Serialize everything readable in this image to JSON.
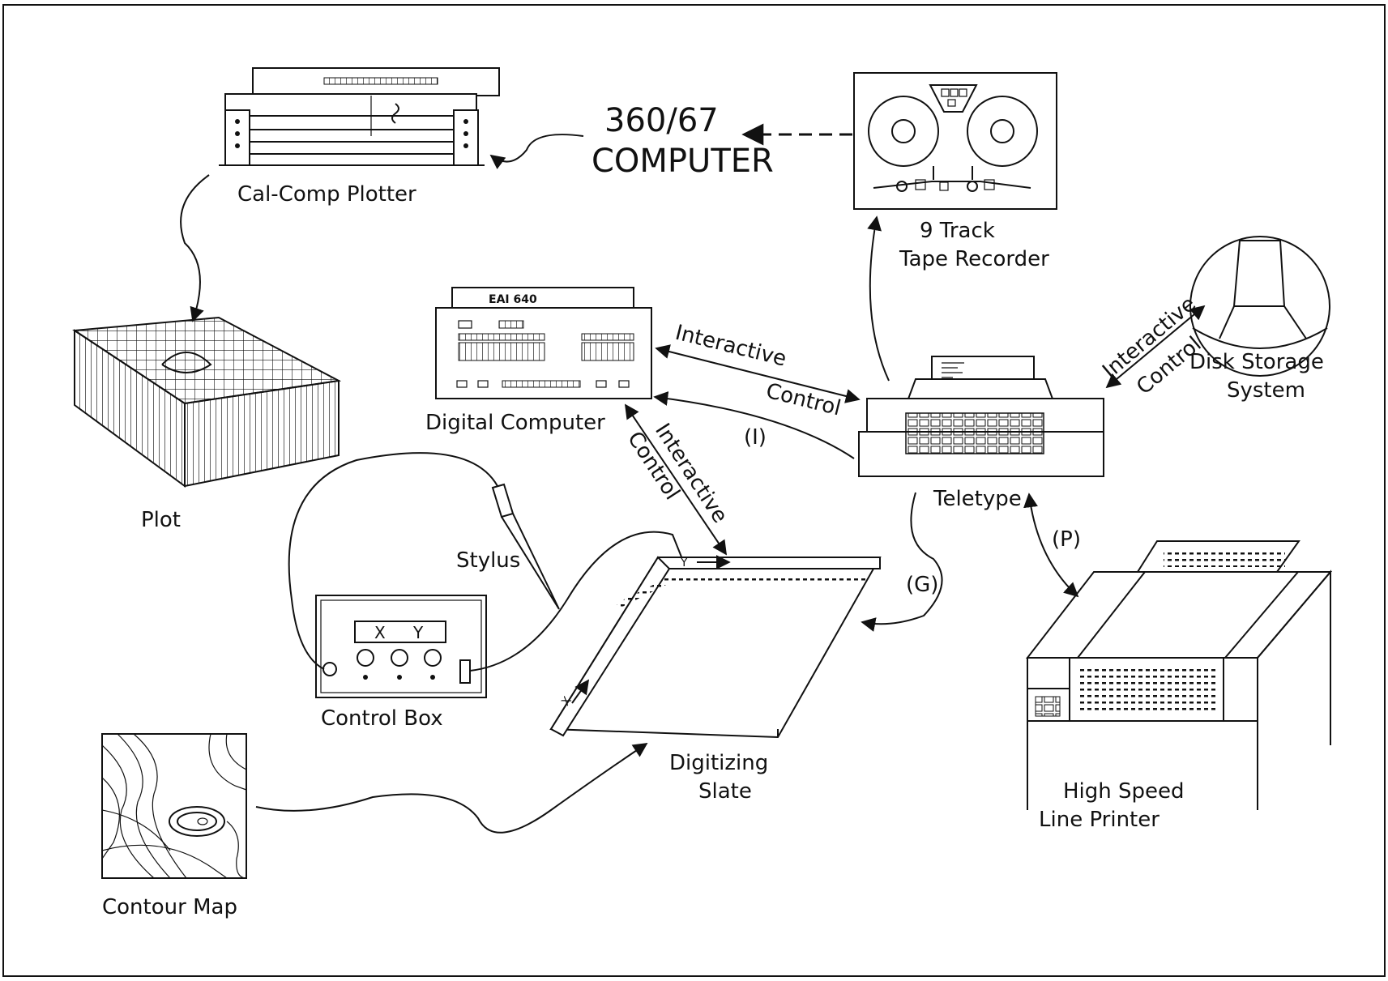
{
  "labels": {
    "computer_line1": "360/67",
    "computer_line2": "COMPUTER",
    "plotter": "Cal-Comp  Plotter",
    "tape_line1": "9 Track",
    "tape_line2": "Tape Recorder",
    "eai_plate": "EAI 640",
    "digital_computer": "Digital  Computer",
    "plot": "Plot",
    "disk_line1": "Disk  Storage",
    "disk_line2": "System",
    "teletype": "Teletype",
    "stylus": "Stylus",
    "control_box": "Control    Box",
    "control_box_x": "X",
    "control_box_y": "Y",
    "slate_line1": "Digitizing",
    "slate_line2": "Slate",
    "slate_axis_x": "X",
    "slate_axis_y": "Y",
    "printer_line1": "High  Speed",
    "printer_line2": "Line   Printer",
    "contour_map": "Contour   Map"
  },
  "connections": {
    "interactive": "Interactive",
    "control": "Control",
    "path_i": "(I)",
    "path_g": "(G)",
    "path_p": "(P)"
  }
}
